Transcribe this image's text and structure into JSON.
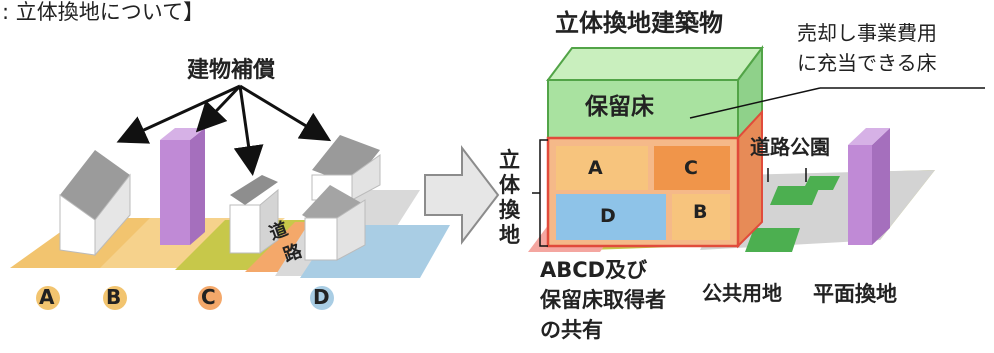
{
  "header_text": ": 立体換地について】",
  "left": {
    "compensation_label": "建物補償",
    "road_label_1": "道",
    "road_label_2": "路",
    "lots": [
      "A",
      "B",
      "C",
      "D"
    ]
  },
  "right": {
    "building_title": "立体換地建築物",
    "reserved_floor": "保留床",
    "note_line1": "売却し事業費用",
    "note_line2": "に充当できる床",
    "vertical_label": [
      "立",
      "体",
      "換",
      "地"
    ],
    "road_park": "道路公園",
    "blocks": [
      "A",
      "C",
      "D",
      "B"
    ],
    "owners_line1": "ABCD及び",
    "owners_line2": "保留床取得者",
    "owners_line3": "の共有",
    "public_land": "公共用地",
    "flat_replot": "平面換地"
  },
  "colors": {
    "yellow_strip": "#f2c46f",
    "olive_strip": "#c7c84a",
    "orange_strip": "#f4a86a",
    "blue_strip": "#a9cde4",
    "purple": "#c08ad6",
    "green_top": "#a9e2a0",
    "green_park": "#4caf50",
    "red_outline": "#e14b3b"
  }
}
